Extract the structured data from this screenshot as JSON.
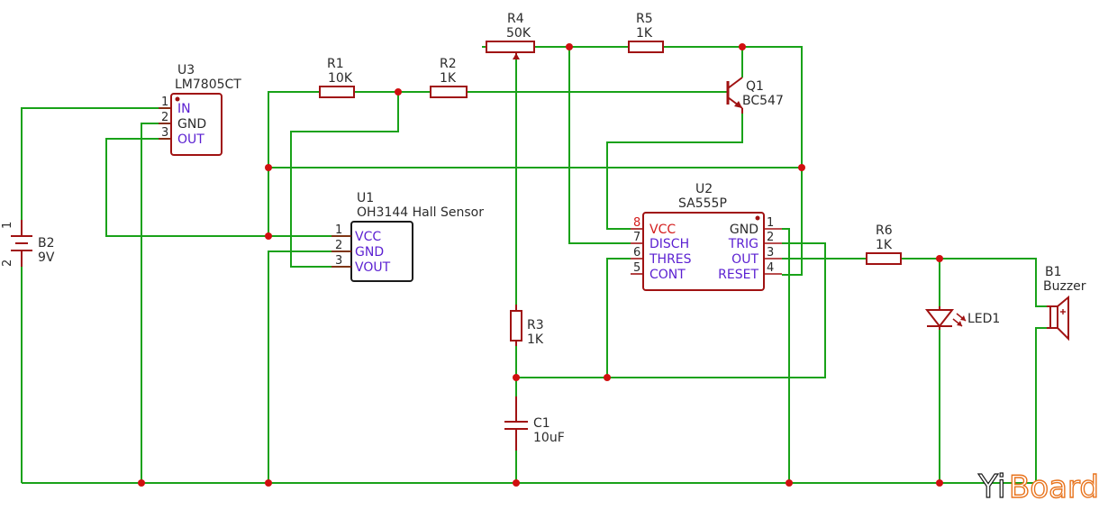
{
  "components": {
    "u3": {
      "ref": "U3",
      "value": "LM7805CT",
      "pins": [
        {
          "num": "1",
          "name": "IN"
        },
        {
          "num": "2",
          "name": "GND"
        },
        {
          "num": "3",
          "name": "OUT"
        }
      ]
    },
    "u1": {
      "ref": "U1",
      "value": "OH3144 Hall Sensor",
      "pins": [
        {
          "num": "1",
          "name": "VCC"
        },
        {
          "num": "2",
          "name": "GND"
        },
        {
          "num": "3",
          "name": "VOUT"
        }
      ]
    },
    "u2": {
      "ref": "U2",
      "value": "SA555P",
      "left_pins": [
        {
          "num": "8",
          "name": "VCC"
        },
        {
          "num": "7",
          "name": "DISCH"
        },
        {
          "num": "6",
          "name": "THRES"
        },
        {
          "num": "5",
          "name": "CONT"
        }
      ],
      "right_pins": [
        {
          "num": "1",
          "name": "GND"
        },
        {
          "num": "2",
          "name": "TRIG"
        },
        {
          "num": "3",
          "name": "OUT"
        },
        {
          "num": "4",
          "name": "RESET"
        }
      ]
    },
    "r1": {
      "ref": "R1",
      "value": "10K"
    },
    "r2": {
      "ref": "R2",
      "value": "1K"
    },
    "r3": {
      "ref": "R3",
      "value": "1K"
    },
    "r4": {
      "ref": "R4",
      "value": "50K"
    },
    "r5": {
      "ref": "R5",
      "value": "1K"
    },
    "r6": {
      "ref": "R6",
      "value": "1K"
    },
    "c1": {
      "ref": "C1",
      "value": "10uF"
    },
    "q1": {
      "ref": "Q1",
      "value": "BC547"
    },
    "b2": {
      "ref": "B2",
      "value": "9V",
      "pin1": "1",
      "pin2": "2"
    },
    "led1": {
      "ref": "LED1"
    },
    "b1": {
      "ref": "B1",
      "value": "Buzzer"
    }
  },
  "watermark": {
    "part1": "Yi",
    "part2": "Board"
  },
  "colors": {
    "wire": "#19a219",
    "component": "#a01212",
    "pin_name": "#5a1fd1",
    "junction": "#d01010",
    "logo_accent": "#e8731c"
  }
}
